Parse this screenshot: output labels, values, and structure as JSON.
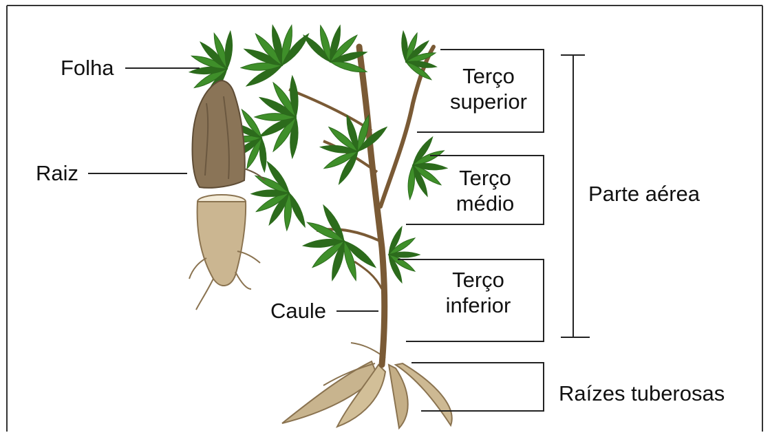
{
  "labels": {
    "folha": "Folha",
    "raiz": "Raiz",
    "caule": "Caule",
    "terco_superior": [
      "Terço",
      "superior"
    ],
    "terco_medio": [
      "Terço",
      "médio"
    ],
    "terco_inferior": [
      "Terço",
      "inferior"
    ],
    "parte_aerea": "Parte aérea",
    "raizes_tuberosas": "Raízes tuberosas"
  },
  "colors": {
    "leaf": "#3f8f2a",
    "leaf_dark": "#2c6b1c",
    "stem": "#7a5a35",
    "tuber": "#c8b48e",
    "tuber_dark": "#8a7350",
    "line": "#222222"
  }
}
